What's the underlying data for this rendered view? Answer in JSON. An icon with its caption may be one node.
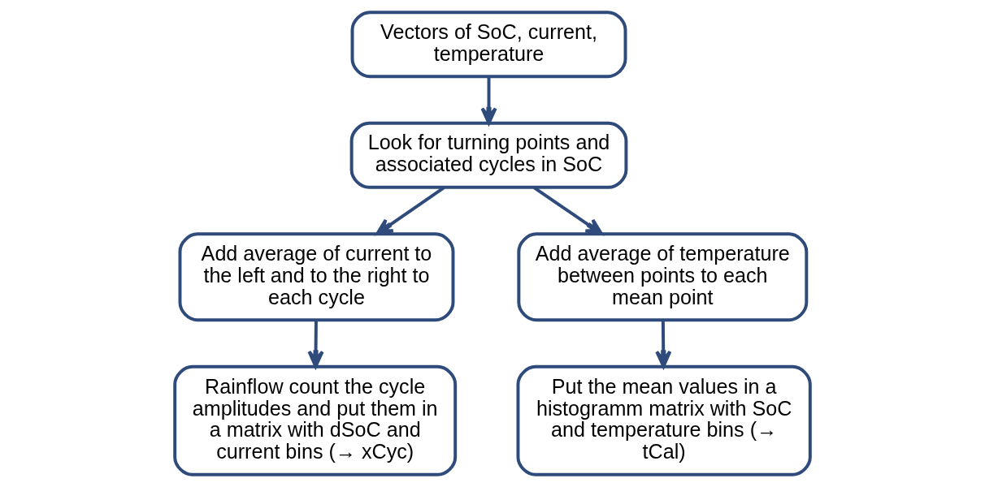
{
  "diagram": {
    "nodes": [
      {
        "text": [
          "Vectors of SoC, current, temperature"
        ]
      },
      {
        "text": [
          "Look for turning points and associated cycles in SoC"
        ]
      },
      {
        "text": [
          "Add average of current to the left and to the right to each cycle"
        ]
      },
      {
        "text": [
          "Add average of temperature between points to each mean point"
        ]
      },
      {
        "text": [
          "Rainflow count the cycle amplitudes and put them in a matrix with dSoC and current bins (→ xCyc)"
        ]
      },
      {
        "text": [
          "Put the mean values in a histogramm matrix with SoC and temperature bins (→ tCal)"
        ]
      }
    ],
    "edges": [
      {
        "from": 0,
        "to": 1,
        "arrow": "to"
      },
      {
        "from": 1,
        "to": 2,
        "arrow": "to"
      },
      {
        "from": 1,
        "to": 3,
        "arrow": "to"
      },
      {
        "from": 2,
        "to": 4,
        "arrow": "to"
      },
      {
        "from": 3,
        "to": 5,
        "arrow": "to"
      }
    ]
  }
}
